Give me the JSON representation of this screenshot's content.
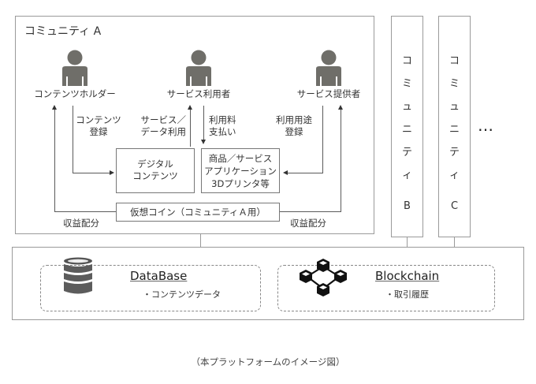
{
  "community_a": {
    "title": "コミュニティ  A",
    "actors": [
      {
        "label": "コンテンツホルダー",
        "icon": "person-icon"
      },
      {
        "label": "サービス利用者",
        "icon": "person-icon"
      },
      {
        "label": "サービス提供者",
        "icon": "person-icon"
      }
    ],
    "flows": {
      "content_register": [
        "コンテンツ",
        "登録"
      ],
      "service_use": [
        "サービス／",
        "データ利用"
      ],
      "fee_payment": [
        "利用料",
        "支払い"
      ],
      "usage_register": [
        "利用用途",
        "登録"
      ],
      "revenue_left": "収益配分",
      "revenue_right": "収益配分"
    },
    "boxes": {
      "digital_content": [
        "デジタル",
        "コンテンツ"
      ],
      "products": [
        "商品／サービス",
        "アプリケーション",
        "3Dプリンタ等"
      ],
      "coin": "仮想コイン（コミュニティＡ用）"
    }
  },
  "community_b": {
    "chars": [
      "コ",
      "ミ",
      "ュ",
      "ニ",
      "テ",
      "ィ",
      "",
      "B"
    ]
  },
  "community_c": {
    "chars": [
      "コ",
      "ミ",
      "ュ",
      "ニ",
      "テ",
      "ィ",
      "",
      "C"
    ]
  },
  "ellipsis": "…",
  "platform": {
    "database": {
      "title": "DataBase",
      "item": "・コンテンツデータ",
      "icon": "database-icon"
    },
    "blockchain": {
      "title": "Blockchain",
      "item": "・取引履歴",
      "icon": "blockchain-icon"
    }
  },
  "caption": "（本プラットフォームのイメージ図）",
  "colors": {
    "person": "#6f6e69",
    "border": "#9a9a9a",
    "arrow": "#5a5a5a"
  }
}
